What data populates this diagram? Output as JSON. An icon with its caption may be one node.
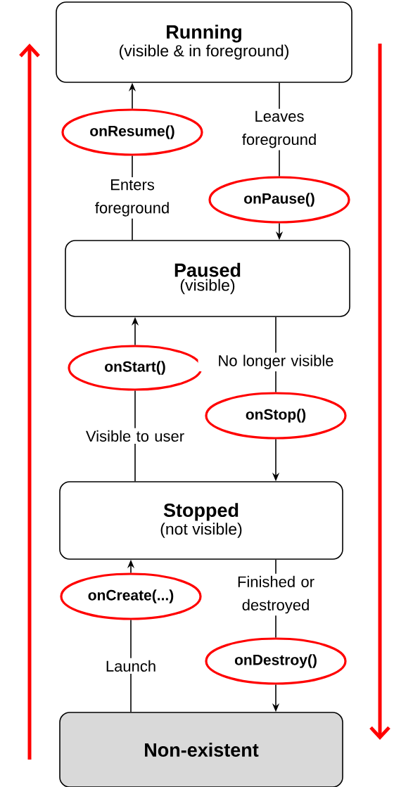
{
  "diagram": {
    "nodes": [
      {
        "text": [
          "Running",
          "(visible & in foreground)"
        ]
      },
      {
        "text": [
          "Paused",
          "(visible)"
        ]
      },
      {
        "text": [
          "Stopped",
          "(not visible)"
        ]
      },
      {
        "text": [
          "Non-existent"
        ]
      },
      {
        "text": [
          "onResume()"
        ]
      },
      {
        "text": [
          "onPause()"
        ]
      },
      {
        "text": [
          "onStart()"
        ]
      },
      {
        "text": [
          "onStop()"
        ]
      },
      {
        "text": [
          "onCreate(...)"
        ]
      },
      {
        "text": [
          "onDestroy()"
        ]
      }
    ],
    "edges": [
      {
        "from": 1,
        "to": 4,
        "arrow": "none",
        "label": "Enters foreground"
      },
      {
        "from": 4,
        "to": 0,
        "arrow": "to"
      },
      {
        "from": 0,
        "to": 5,
        "arrow": "none",
        "label": "Leaves foreground"
      },
      {
        "from": 5,
        "to": 1,
        "arrow": "to"
      },
      {
        "from": 2,
        "to": 6,
        "arrow": "none",
        "label": "Visible to user"
      },
      {
        "from": 6,
        "to": 1,
        "arrow": "to"
      },
      {
        "from": 1,
        "to": 7,
        "arrow": "none",
        "label": "No longer visible"
      },
      {
        "from": 7,
        "to": 2,
        "arrow": "to"
      },
      {
        "from": 3,
        "to": 8,
        "arrow": "none",
        "label": "Launch"
      },
      {
        "from": 8,
        "to": 2,
        "arrow": "to"
      },
      {
        "from": 2,
        "to": 9,
        "arrow": "none",
        "label": "Finished or destroyed"
      },
      {
        "from": 9,
        "to": 3,
        "arrow": "to"
      }
    ]
  }
}
